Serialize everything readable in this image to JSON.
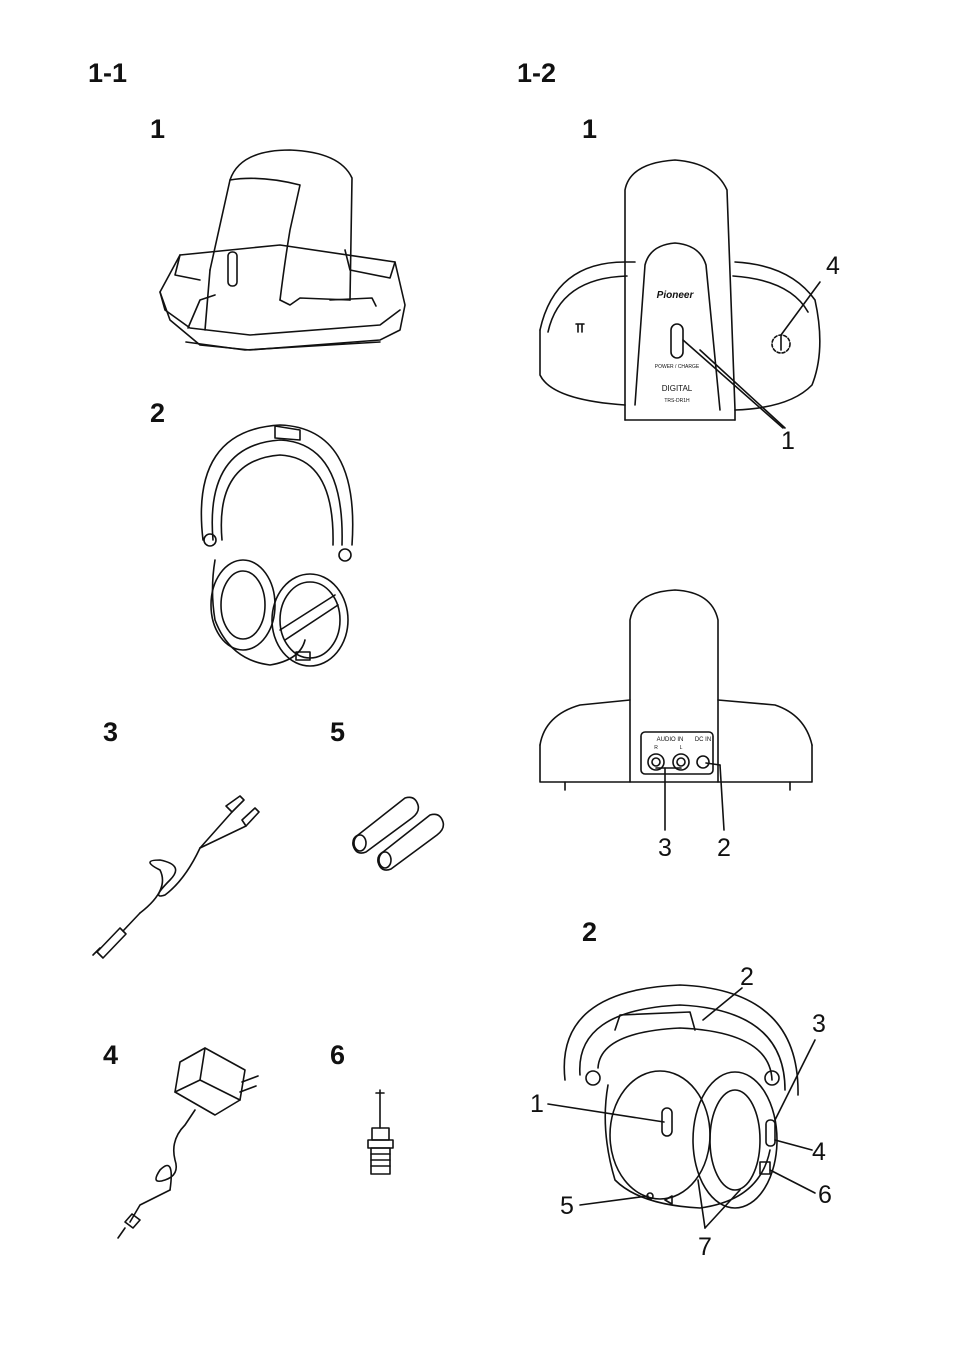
{
  "sections": {
    "left": {
      "title": "1-1"
    },
    "right": {
      "title": "1-2"
    }
  },
  "left_items": {
    "n1": "1",
    "n2": "2",
    "n3": "3",
    "n4": "4",
    "n5": "5",
    "n6": "6"
  },
  "right_items": {
    "transmitter_label": "1",
    "headphones_label": "2",
    "transmitter_front": {
      "brand": "Pioneer",
      "power_label": "POWER / CHARGE",
      "digital_label": "DIGITAL",
      "model": "TRS-DR1H"
    },
    "transmitter_back": {
      "audio_in": "AUDIO IN",
      "r": "R",
      "l": "L",
      "dc_in": "DC IN"
    },
    "callouts_front": [
      "1",
      "4"
    ],
    "callouts_back": [
      "3",
      "2"
    ],
    "callouts_headphones": [
      "2",
      "3",
      "1",
      "4",
      "5",
      "6",
      "7"
    ]
  }
}
